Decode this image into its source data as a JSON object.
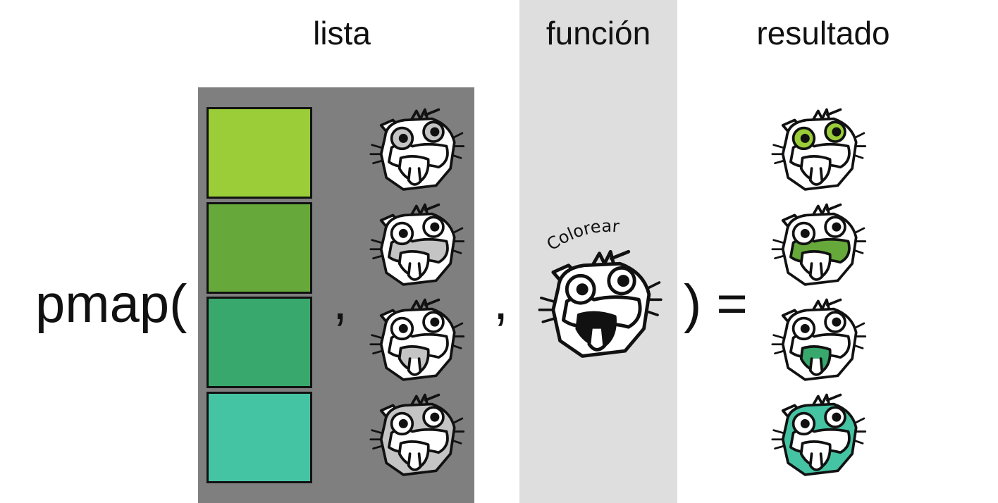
{
  "headers": {
    "list": "lista",
    "function": "función",
    "result": "resultado"
  },
  "expression": {
    "call": "pmap(",
    "comma1": ",",
    "comma2": ",",
    "close_equals": ") ="
  },
  "function_label": "Colorear",
  "palette": [
    "#9acd37",
    "#66a83a",
    "#38a86c",
    "#45c4a4"
  ],
  "list_critters": [
    {
      "colored_part": "eyes",
      "color": "#c4c4c4"
    },
    {
      "colored_part": "cheeks",
      "color": "#c4c4c4"
    },
    {
      "colored_part": "mouth",
      "color": "#c4c4c4"
    },
    {
      "colored_part": "head",
      "color": "#c4c4c4"
    }
  ],
  "result_critters": [
    {
      "colored_part": "eyes",
      "color": "#9acd37"
    },
    {
      "colored_part": "cheeks",
      "color": "#66a83a"
    },
    {
      "colored_part": "mouth",
      "color": "#38a86c"
    },
    {
      "colored_part": "head",
      "color": "#45c4a4"
    }
  ],
  "function_critter": {
    "mouth_color": "#111111"
  }
}
